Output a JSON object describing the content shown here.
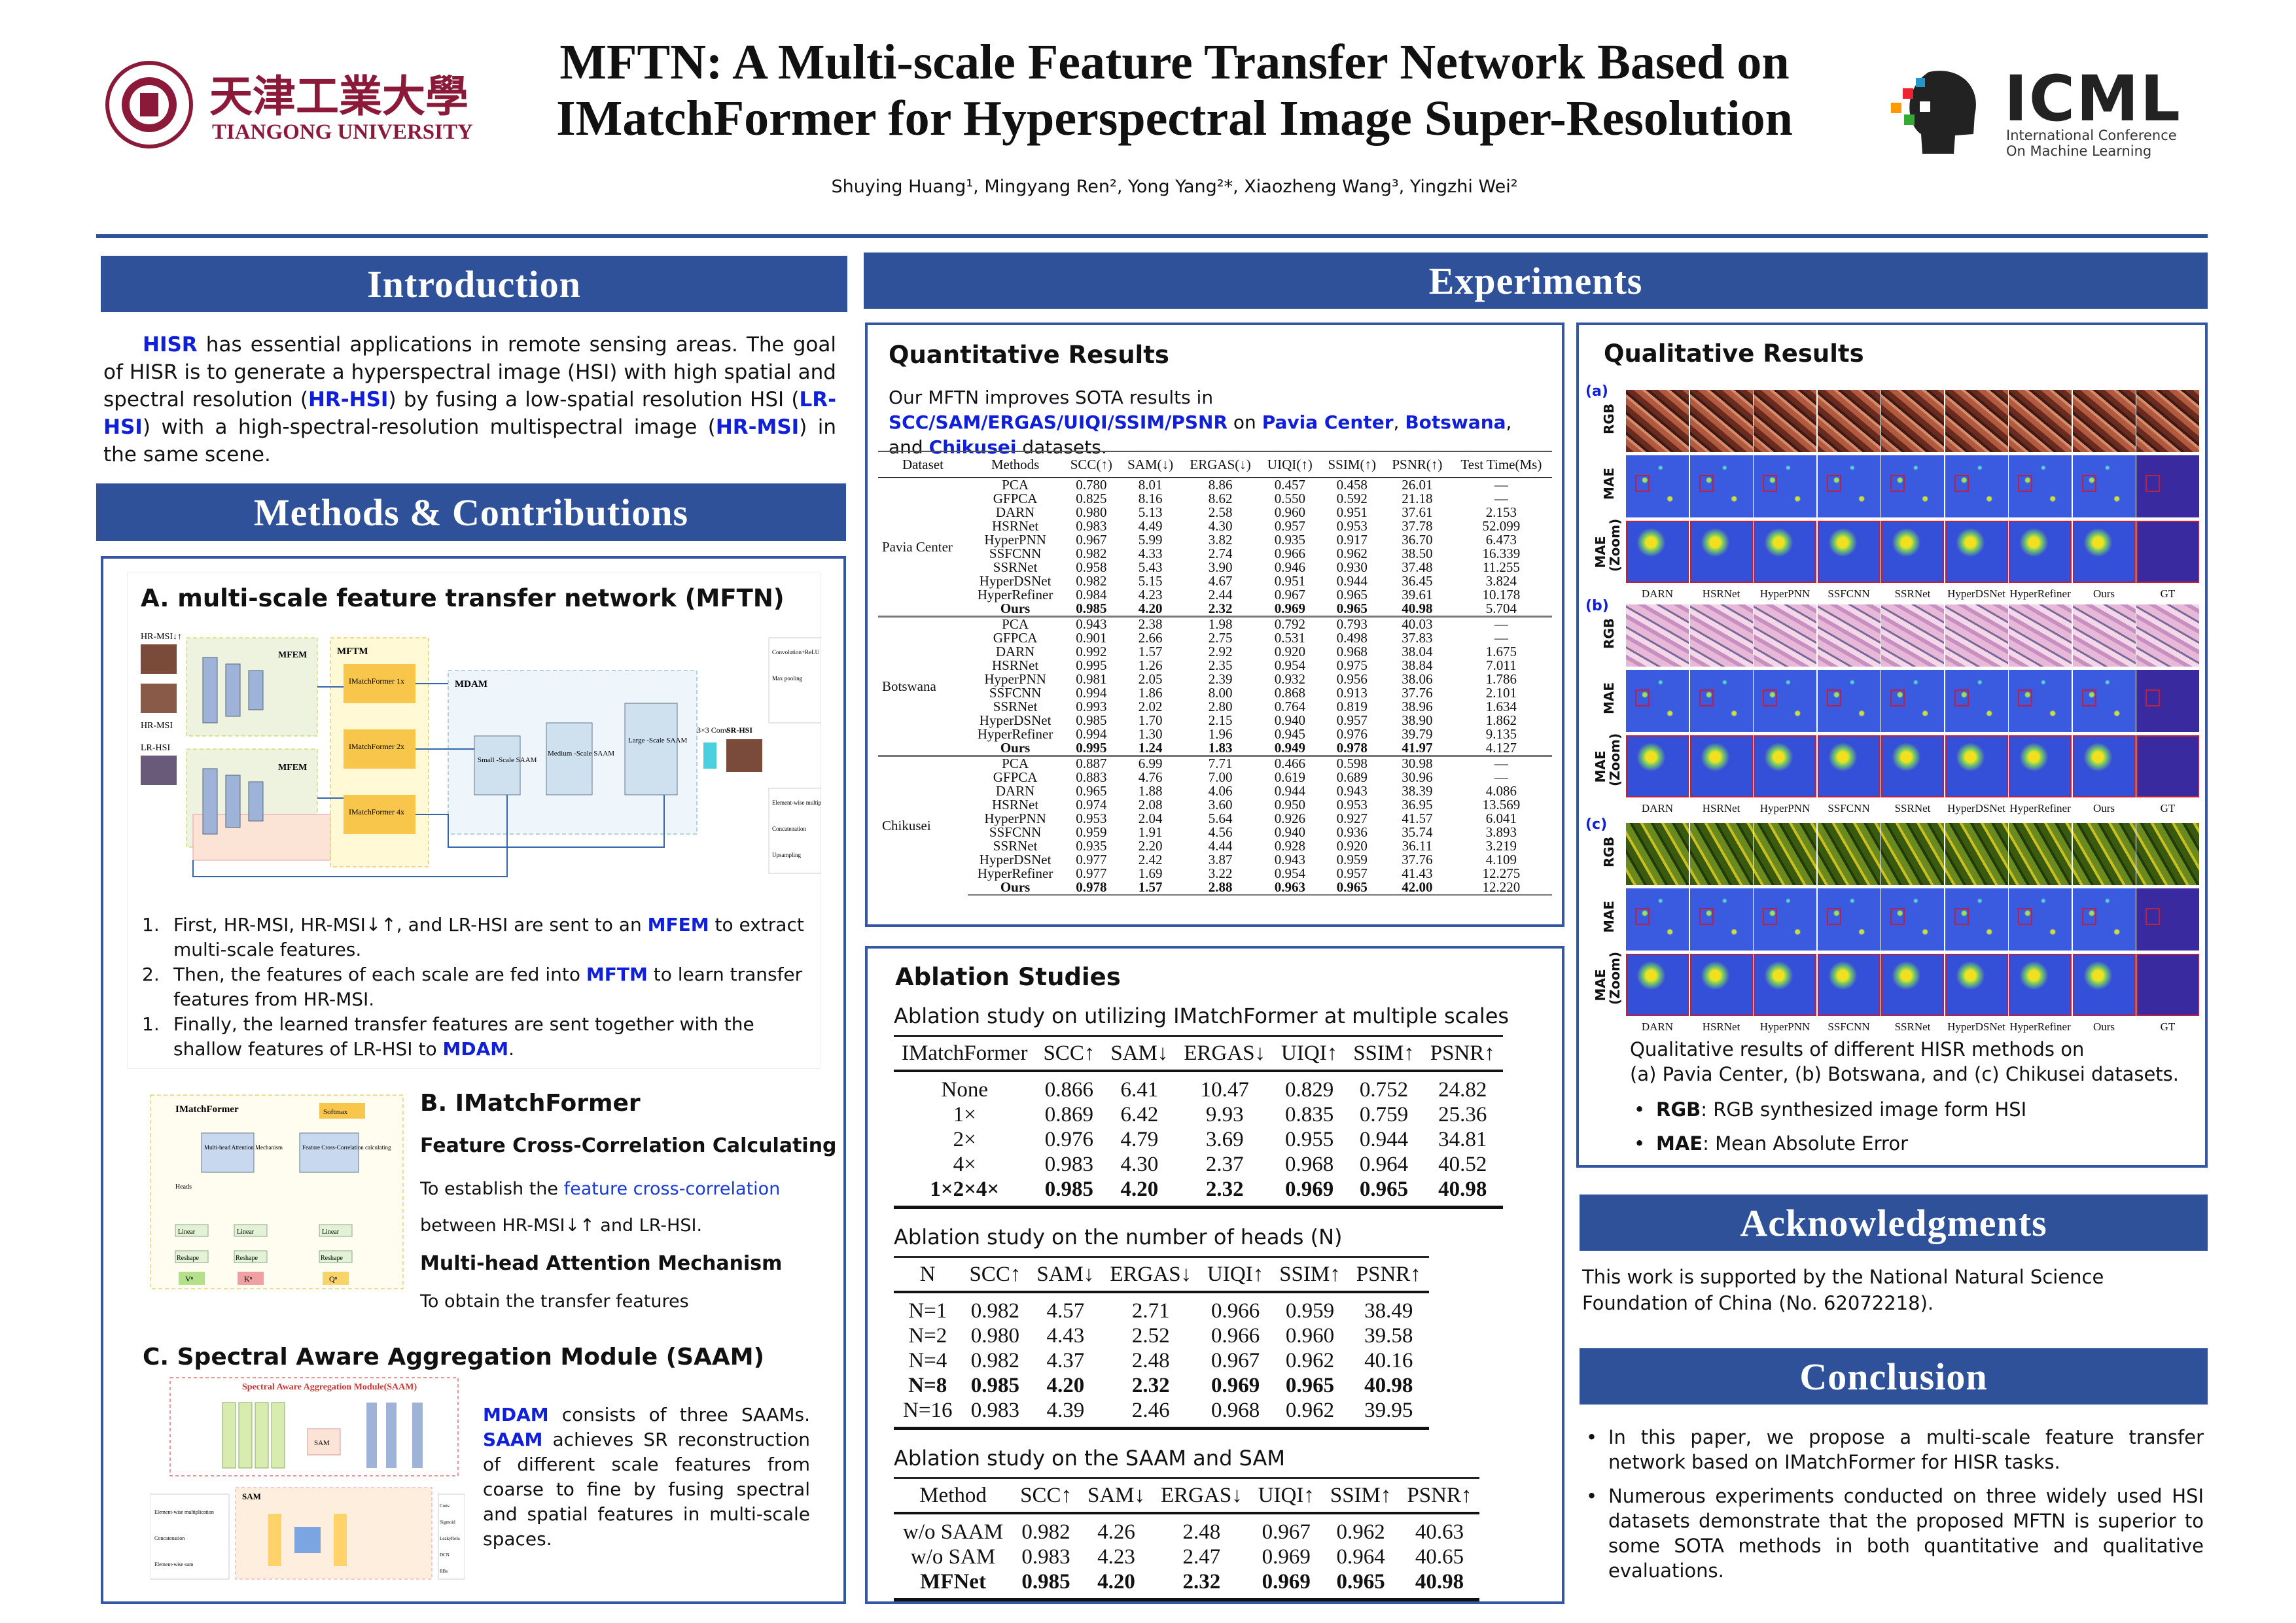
{
  "header": {
    "title_line1": "MFTN: A Multi-scale Feature Transfer Network Based on",
    "title_line2": "IMatchFormer for Hyperspectral Image Super-Resolution",
    "authors": "Shuying Huang¹, Mingyang Ren², Yong Yang²*, Xiaozheng Wang³, Yingzhi Wei²",
    "university_cn": "天津工業大學",
    "university_en": "TIANGONG UNIVERSITY",
    "conf_name": "ICML",
    "conf_sub1": "International Conference",
    "conf_sub2": "On Machine Learning",
    "accent": "#2f5199"
  },
  "intro": {
    "heading": "Introduction",
    "segments": [
      {
        "t": "HISR",
        "h": true
      },
      {
        "t": " has essential applications in remote sensing areas. The goal of HISR is to generate a hyperspectral image (HSI) with high spatial and spectral resolution ("
      },
      {
        "t": "HR-HSI",
        "h": true
      },
      {
        "t": ") by fusing a low-spatial resolution HSI ("
      },
      {
        "t": "LR-HSI",
        "h": true
      },
      {
        "t": ") with a high-spectral-resolution multispectral image ("
      },
      {
        "t": "HR-MSI",
        "h": true
      },
      {
        "t": ") in the same scene."
      }
    ]
  },
  "methods": {
    "heading": "Methods & Contributions",
    "a_title": "A. multi-scale feature transfer network (MFTN)",
    "a_diagram": {
      "mftm": "MFTM",
      "mdam": "MDAM",
      "mfem": "MFEM",
      "imf1": "IMatchFormer 1x",
      "imf2": "IMatchFormer 2x",
      "imf4": "IMatchFormer 4x",
      "small": "Small -Scale SAAM",
      "medium": "Medium -Scale SAAM",
      "large": "Large -Scale SAAM",
      "conv": "3×3 Conv",
      "srhsi": "SR-HSI",
      "hrmsi_du": "HR-MSI↓↑",
      "hrmsi": "HR-MSI",
      "lrhsi": "LR-HSI",
      "leg1": "Convolution+ReLU",
      "leg2": "Max pooling",
      "leg3": "Element-wise multiplication",
      "leg4": "Concatenation",
      "leg5": "Upsampling"
    },
    "a_steps": [
      {
        "n": "1.",
        "segments": [
          {
            "t": "First, HR-MSI, HR-MSI↓↑, and LR-HSI are sent to an "
          },
          {
            "t": "MFEM",
            "h": true
          },
          {
            "t": " to extract multi-scale features."
          }
        ]
      },
      {
        "n": "2.",
        "segments": [
          {
            "t": "Then, the features of each scale are fed into "
          },
          {
            "t": "MFTM",
            "h": true
          },
          {
            "t": " to learn transfer features from HR-MSI."
          }
        ]
      },
      {
        "n": "1.",
        "segments": [
          {
            "t": "Finally, the learned transfer features are sent together with the shallow features of LR-HSI to "
          },
          {
            "t": "MDAM",
            "h": true
          },
          {
            "t": "."
          }
        ]
      }
    ],
    "b_title": "B. IMatchFormer",
    "b_diagram": {
      "title": "IMatchFormer",
      "softmax": "Softmax",
      "mha": "Multi-head Attention Mechanism",
      "fcc": "Feature Cross-Correlation calculating",
      "heads": "Heads",
      "linear": "Linear",
      "reshape": "Reshape",
      "v": "Vⁿ",
      "k": "Kⁿ",
      "q": "Qⁿ"
    },
    "b_h1": "Feature Cross-Correlation Calculating",
    "b_t1_segments": [
      {
        "t": "To establish the "
      },
      {
        "t": "feature cross-correlation",
        "c": true
      },
      {
        "t": " between HR-MSI↓↑ and LR-HSI."
      }
    ],
    "b_h2": "Multi-head Attention Mechanism",
    "b_t2": "To obtain the transfer features",
    "c_title": "C. Spectral Aware Aggregation Module (SAAM)",
    "c_diagram": {
      "title": "Spectral Aware Aggregation Module(SAAM)",
      "sam": "SAM",
      "l1": "Element-wise multiplication",
      "l2": "Concatenation",
      "l3": "Element-wise sum",
      "l4": "Conv",
      "l5": "Sigmoid",
      "l6": "LeakyRelu",
      "l7": "DCN",
      "l8": "RBs"
    },
    "c_segments": [
      {
        "t": "MDAM",
        "h": true
      },
      {
        "t": " consists of three SAAMs. "
      },
      {
        "t": "SAAM",
        "h": true
      },
      {
        "t": " achieves SR reconstruction of different scale features from coarse to fine by fusing spectral and spatial features in multi-scale spaces."
      }
    ]
  },
  "experiments": {
    "heading": "Experiments",
    "quant": {
      "title": "Quantitative Results",
      "desc_segments": [
        {
          "t": "Our MFTN improves SOTA  results in "
        },
        {
          "t": "SCC/SAM/ERGAS/UIQI/SSIM/PSNR",
          "h": true
        },
        {
          "t": " on "
        },
        {
          "t": "Pavia Center",
          "h": true
        },
        {
          "t": ", "
        },
        {
          "t": "Botswana",
          "h": true
        },
        {
          "t": ", and "
        },
        {
          "t": "Chikusei",
          "h": true
        },
        {
          "t": " datasets."
        }
      ],
      "columns": [
        "Dataset",
        "Methods",
        "SCC(↑)",
        "SAM(↓)",
        "ERGAS(↓)",
        "UIQI(↑)",
        "SSIM(↑)",
        "PSNR(↑)",
        "Test Time(Ms)"
      ],
      "groups": [
        {
          "dataset": "Pavia Center",
          "rows": [
            [
              "PCA",
              "0.780",
              "8.01",
              "8.86",
              "0.457",
              "0.458",
              "26.01",
              "—"
            ],
            [
              "GFPCA",
              "0.825",
              "8.16",
              "8.62",
              "0.550",
              "0.592",
              "21.18",
              "—"
            ],
            [
              "DARN",
              "0.980",
              "5.13",
              "2.58",
              "0.960",
              "0.951",
              "37.61",
              "2.153"
            ],
            [
              "HSRNet",
              "0.983",
              "4.49",
              "4.30",
              "0.957",
              "0.953",
              "37.78",
              "52.099"
            ],
            [
              "HyperPNN",
              "0.967",
              "5.99",
              "3.82",
              "0.935",
              "0.917",
              "36.70",
              "6.473"
            ],
            [
              "SSFCNN",
              "0.982",
              "4.33",
              "2.74",
              "0.966",
              "0.962",
              "38.50",
              "16.339"
            ],
            [
              "SSRNet",
              "0.958",
              "5.43",
              "3.90",
              "0.946",
              "0.930",
              "37.48",
              "11.255"
            ],
            [
              "HyperDSNet",
              "0.982",
              "5.15",
              "4.67",
              "0.951",
              "0.944",
              "36.45",
              "3.824"
            ],
            [
              "HyperRefiner",
              "0.984",
              "4.23",
              "2.44",
              "0.967",
              "0.965",
              "39.61",
              "10.178"
            ],
            [
              "Ours",
              "0.985",
              "4.20",
              "2.32",
              "0.969",
              "0.965",
              "40.98",
              "5.704"
            ]
          ]
        },
        {
          "dataset": "Botswana",
          "rows": [
            [
              "PCA",
              "0.943",
              "2.38",
              "1.98",
              "0.792",
              "0.793",
              "40.03",
              "—"
            ],
            [
              "GFPCA",
              "0.901",
              "2.66",
              "2.75",
              "0.531",
              "0.498",
              "37.83",
              "—"
            ],
            [
              "DARN",
              "0.992",
              "1.57",
              "2.92",
              "0.920",
              "0.968",
              "38.04",
              "1.675"
            ],
            [
              "HSRNet",
              "0.995",
              "1.26",
              "2.35",
              "0.954",
              "0.975",
              "38.84",
              "7.011"
            ],
            [
              "HyperPNN",
              "0.981",
              "2.05",
              "2.39",
              "0.932",
              "0.956",
              "38.06",
              "1.786"
            ],
            [
              "SSFCNN",
              "0.994",
              "1.86",
              "8.00",
              "0.868",
              "0.913",
              "37.76",
              "2.101"
            ],
            [
              "SSRNet",
              "0.993",
              "2.02",
              "2.80",
              "0.764",
              "0.819",
              "38.96",
              "1.634"
            ],
            [
              "HyperDSNet",
              "0.985",
              "1.70",
              "2.15",
              "0.940",
              "0.957",
              "38.90",
              "1.862"
            ],
            [
              "HyperRefiner",
              "0.994",
              "1.30",
              "1.96",
              "0.945",
              "0.976",
              "39.79",
              "9.135"
            ],
            [
              "Ours",
              "0.995",
              "1.24",
              "1.83",
              "0.949",
              "0.978",
              "41.97",
              "4.127"
            ]
          ]
        },
        {
          "dataset": "Chikusei",
          "rows": [
            [
              "PCA",
              "0.887",
              "6.99",
              "7.71",
              "0.466",
              "0.598",
              "30.98",
              "—"
            ],
            [
              "GFPCA",
              "0.883",
              "4.76",
              "7.00",
              "0.619",
              "0.689",
              "30.96",
              "—"
            ],
            [
              "DARN",
              "0.965",
              "1.88",
              "4.06",
              "0.944",
              "0.943",
              "38.39",
              "4.086"
            ],
            [
              "HSRNet",
              "0.974",
              "2.08",
              "3.60",
              "0.950",
              "0.953",
              "36.95",
              "13.569"
            ],
            [
              "HyperPNN",
              "0.953",
              "2.04",
              "5.64",
              "0.926",
              "0.927",
              "41.57",
              "6.041"
            ],
            [
              "SSFCNN",
              "0.959",
              "1.91",
              "4.56",
              "0.940",
              "0.936",
              "35.74",
              "3.893"
            ],
            [
              "SSRNet",
              "0.935",
              "2.20",
              "4.44",
              "0.928",
              "0.920",
              "36.11",
              "3.219"
            ],
            [
              "HyperDSNet",
              "0.977",
              "2.42",
              "3.87",
              "0.943",
              "0.959",
              "37.76",
              "4.109"
            ],
            [
              "HyperRefiner",
              "0.977",
              "1.69",
              "3.22",
              "0.954",
              "0.957",
              "41.43",
              "12.275"
            ],
            [
              "Ours",
              "0.978",
              "1.57",
              "2.88",
              "0.963",
              "0.965",
              "42.00",
              "12.220"
            ]
          ]
        }
      ]
    },
    "ablation": {
      "title": "Ablation Studies",
      "tables": [
        {
          "caption": "Ablation study on utilizing IMatchFormer at multiple scales",
          "columns": [
            "IMatchFormer",
            "SCC↑",
            "SAM↓",
            "ERGAS↓",
            "UIQI↑",
            "SSIM↑",
            "PSNR↑"
          ],
          "rows": [
            [
              "None",
              "0.866",
              "6.41",
              "10.47",
              "0.829",
              "0.752",
              "24.82"
            ],
            [
              "1×",
              "0.869",
              "6.42",
              "9.93",
              "0.835",
              "0.759",
              "25.36"
            ],
            [
              "2×",
              "0.976",
              "4.79",
              "3.69",
              "0.955",
              "0.944",
              "34.81"
            ],
            [
              "4×",
              "0.983",
              "4.30",
              "2.37",
              "0.968",
              "0.964",
              "40.52"
            ],
            [
              "1×2×4×",
              "0.985",
              "4.20",
              "2.32",
              "0.969",
              "0.965",
              "40.98"
            ]
          ]
        },
        {
          "caption": "Ablation study on the number of heads (N)",
          "columns": [
            "N",
            "SCC↑",
            "SAM↓",
            "ERGAS↓",
            "UIQI↑",
            "SSIM↑",
            "PSNR↑"
          ],
          "rows": [
            [
              "N=1",
              "0.982",
              "4.57",
              "2.71",
              "0.966",
              "0.959",
              "38.49"
            ],
            [
              "N=2",
              "0.980",
              "4.43",
              "2.52",
              "0.966",
              "0.960",
              "39.58"
            ],
            [
              "N=4",
              "0.982",
              "4.37",
              "2.48",
              "0.967",
              "0.962",
              "40.16"
            ],
            [
              "N=8",
              "0.985",
              "4.20",
              "2.32",
              "0.969",
              "0.965",
              "40.98"
            ],
            [
              "N=16",
              "0.983",
              "4.39",
              "2.46",
              "0.968",
              "0.962",
              "39.95"
            ]
          ]
        },
        {
          "caption": "Ablation study on the SAAM and SAM",
          "columns": [
            "Method",
            "SCC↑",
            "SAM↓",
            "ERGAS↓",
            "UIQI↑",
            "SSIM↑",
            "PSNR↑"
          ],
          "rows": [
            [
              "w/o SAAM",
              "0.982",
              "4.26",
              "2.48",
              "0.967",
              "0.962",
              "40.63"
            ],
            [
              "w/o SAM",
              "0.983",
              "4.23",
              "2.47",
              "0.969",
              "0.964",
              "40.65"
            ],
            [
              "MFNet",
              "0.985",
              "4.20",
              "2.32",
              "0.969",
              "0.965",
              "40.98"
            ]
          ]
        }
      ]
    },
    "qual": {
      "title": "Qualitative Results",
      "groups": [
        {
          "tag": "(a)"
        },
        {
          "tag": "(b)"
        },
        {
          "tag": "(c)"
        }
      ],
      "row_labels": [
        "RGB",
        "MAE",
        "MAE (Zoom)"
      ],
      "methods": [
        "DARN",
        "HSRNet",
        "HyperPNN",
        "SSFCNN",
        "SSRNet",
        "HyperDSNet",
        "HyperRefiner",
        "Ours",
        "GT"
      ],
      "caption1": "Qualitative results of different HISR methods on",
      "caption2": "(a) Pavia Center, (b) Botswana, and (c) Chikusei datasets.",
      "bullets": [
        {
          "k": "RGB",
          "v": ": RGB synthesized image form HSI"
        },
        {
          "k": "MAE",
          "v": ": Mean Absolute Error"
        }
      ]
    }
  },
  "ack": {
    "heading": "Acknowledgments",
    "text": "This work is supported by the National Natural Science Foundation of China (No. 62072218)."
  },
  "conclusion": {
    "heading": "Conclusion",
    "bullets": [
      "In this paper, we propose a multi-scale feature transfer network based on IMatchFormer for HISR tasks.",
      "Numerous experiments conducted on three widely used HSI datasets demonstrate that the proposed MFTN is superior to some SOTA methods in both quantitative and qualitative evaluations."
    ]
  }
}
